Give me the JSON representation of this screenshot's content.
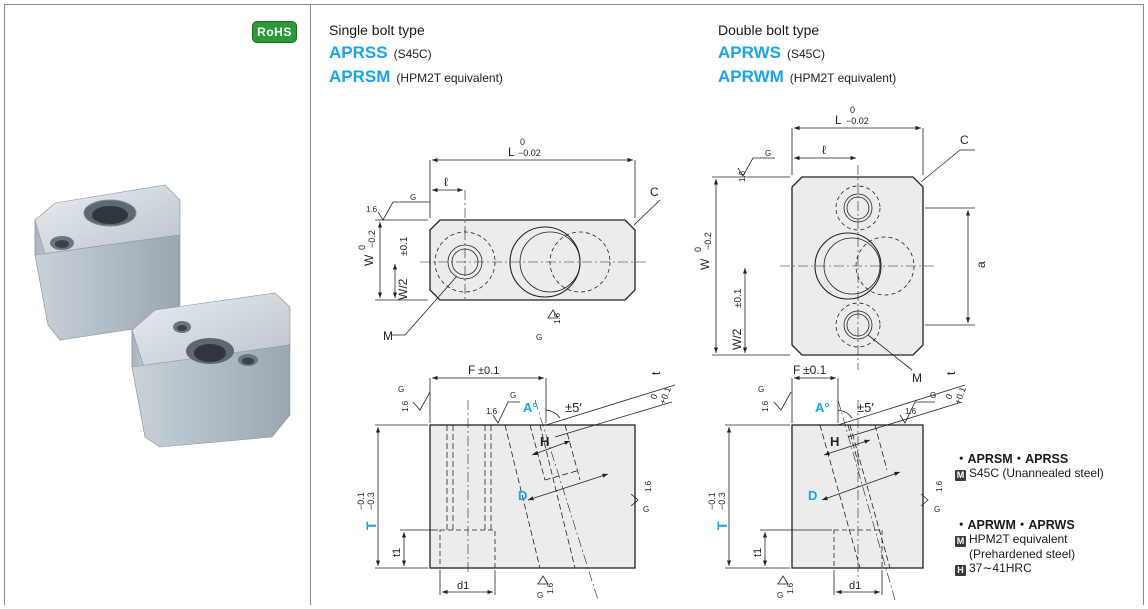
{
  "rohs": "RoHS",
  "single": {
    "title": "Single bolt type",
    "code1": "APRSS",
    "mat1": "(S45C)",
    "code2": "APRSM",
    "mat2": "(HPM2T equivalent)"
  },
  "double": {
    "title": "Double bolt type",
    "code1": "APRWS",
    "mat1": "(S45C)",
    "code2": "APRWM",
    "mat2": "(HPM2T equivalent)"
  },
  "dims": {
    "L": "L",
    "L_tol_upper": "0",
    "L_tol_lower": "−0.02",
    "ell": "ℓ",
    "C": "C",
    "W": "W",
    "W_tol_upper": "0",
    "W_tol_lower": "−0.2",
    "W2": "W/2",
    "W2_tol": "±0.1",
    "M": "M",
    "a": "a",
    "F": "F",
    "F_tol": "±0.1",
    "A": "A°",
    "A_tol": "±5′",
    "t": "t",
    "t_tol_upper": "+0.1",
    "t_tol_lower": "0",
    "H": "H",
    "D": "D",
    "T": "T",
    "T_tol_upper": "−0.1",
    "T_tol_lower": "−0.3",
    "t1": "t1",
    "d1": "d1",
    "rough": "1.6",
    "G": "G"
  },
  "notes": {
    "grp1_title": "APRSM・APRSS",
    "grp1_mark": "M",
    "grp1_line": "S45C (Unannealed steel)",
    "grp2_title": "APRWM・APRWS",
    "grp2_mark": "M",
    "grp2_line1": "HPM2T equivalent",
    "grp2_line2": "(Prehardened steel)",
    "grp2_hmark": "H",
    "grp2_hard": "37∼41HRC"
  }
}
